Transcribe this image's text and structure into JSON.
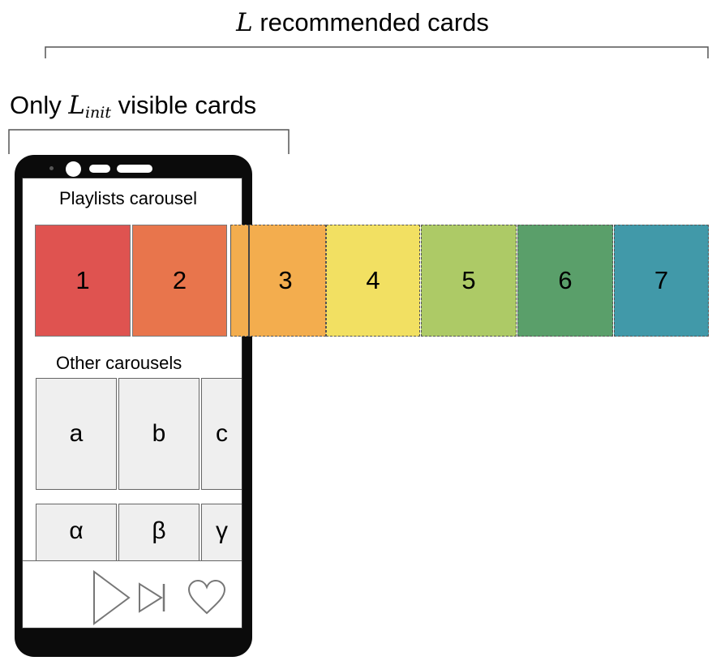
{
  "annotations": {
    "recommended_var": "L",
    "recommended_text": "recommended cards",
    "visible_prefix": "Only",
    "visible_var": "L",
    "visible_sub": "init",
    "visible_suffix": "visible cards"
  },
  "screen": {
    "playlists_title": "Playlists carousel",
    "other_title": "Other  carousels"
  },
  "playlist_cards": [
    {
      "label": "1",
      "color": "#df5350"
    },
    {
      "label": "2",
      "color": "#e8754c"
    },
    {
      "label": "3",
      "color": "#f3ad4e"
    },
    {
      "label": "4",
      "color": "#f2e062"
    },
    {
      "label": "5",
      "color": "#adca66"
    },
    {
      "label": "6",
      "color": "#5a9f6a"
    },
    {
      "label": "7",
      "color": "#4199a9"
    }
  ],
  "other_row1": [
    "a",
    "b",
    "c"
  ],
  "other_row2": [
    "α",
    "β",
    "γ"
  ],
  "controls": {
    "play_icon": "play-icon",
    "next_icon": "skip-next-icon",
    "like_icon": "heart-icon"
  }
}
